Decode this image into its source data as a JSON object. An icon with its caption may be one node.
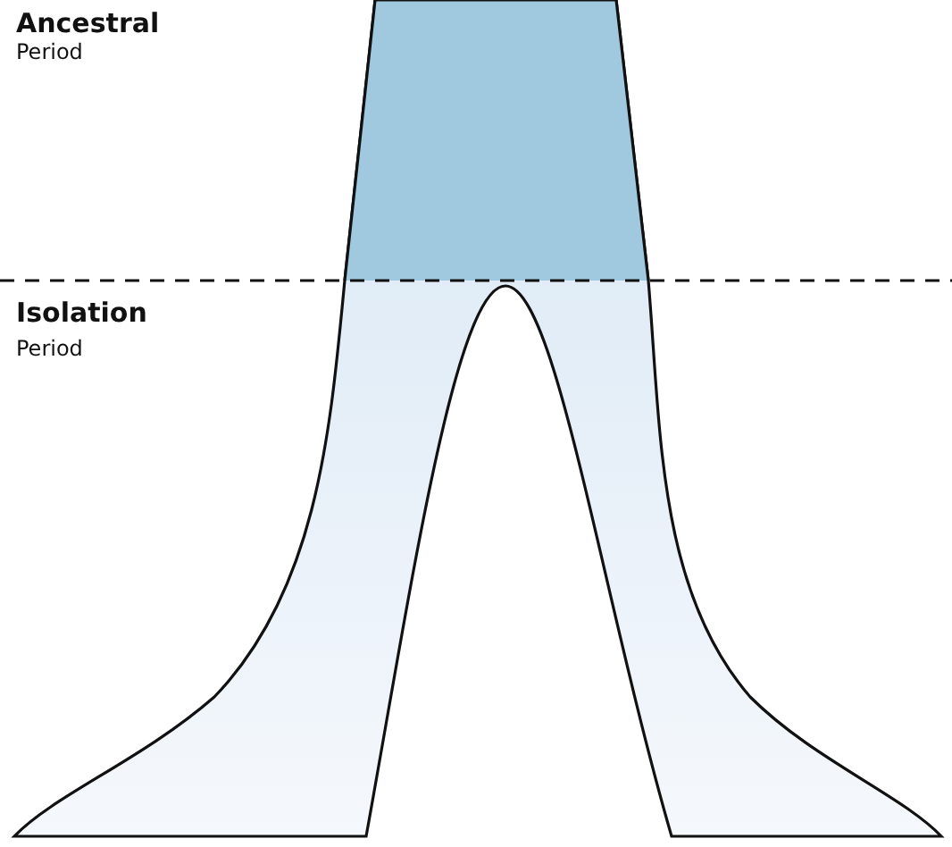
{
  "diagram": {
    "labels": [
      "Ancestral",
      "Period",
      "Isolation",
      "Period"
    ]
  }
}
